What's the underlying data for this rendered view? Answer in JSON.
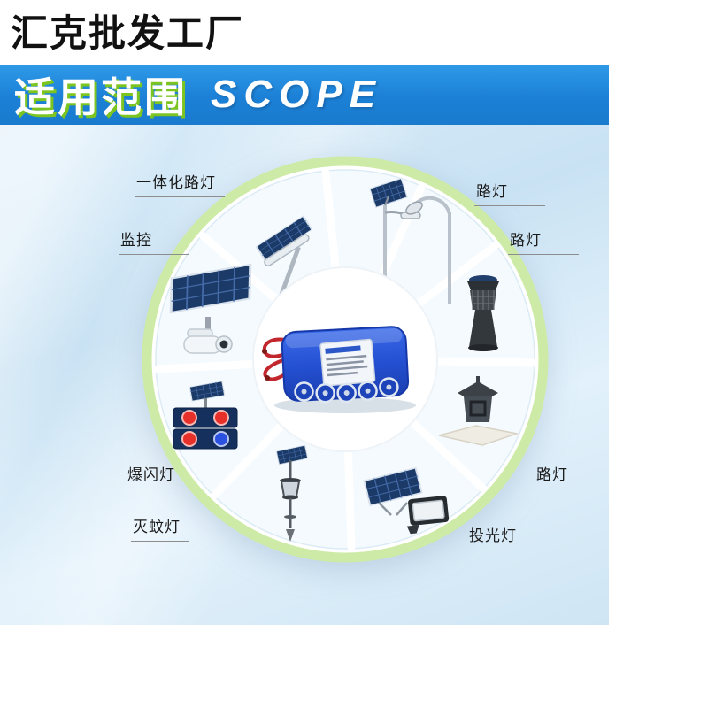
{
  "header": {
    "title": "汇克批发工厂"
  },
  "banner": {
    "title_cn": "适用范围",
    "title_en": "SCOPE"
  },
  "colors": {
    "banner_blue": "#1b80d6",
    "accent_green": "#7cc41f",
    "ring_green": "#cdeba6",
    "sky_blue": "#d9ecf9",
    "battery_blue": "#2450d2",
    "wire_red": "#c1272d"
  },
  "diagram": {
    "center_product": "lithium-battery-pack",
    "labels": {
      "integrated": "一体化路灯",
      "monitor": "监控",
      "street_top": "路灯",
      "street_right": "路灯",
      "street_lower": "路灯",
      "flood": "投光灯",
      "strobe": "爆闪灯",
      "mosquito": "灭蚊灯"
    },
    "products": [
      "integrated-street-light",
      "solar-street-light",
      "curved-arm-street-light",
      "solar-cctv-camera",
      "lawn-light",
      "wall-lantern",
      "solar-flood-light",
      "garden-stake-light",
      "solar-strobe-light",
      "lithium-battery-pack"
    ]
  }
}
